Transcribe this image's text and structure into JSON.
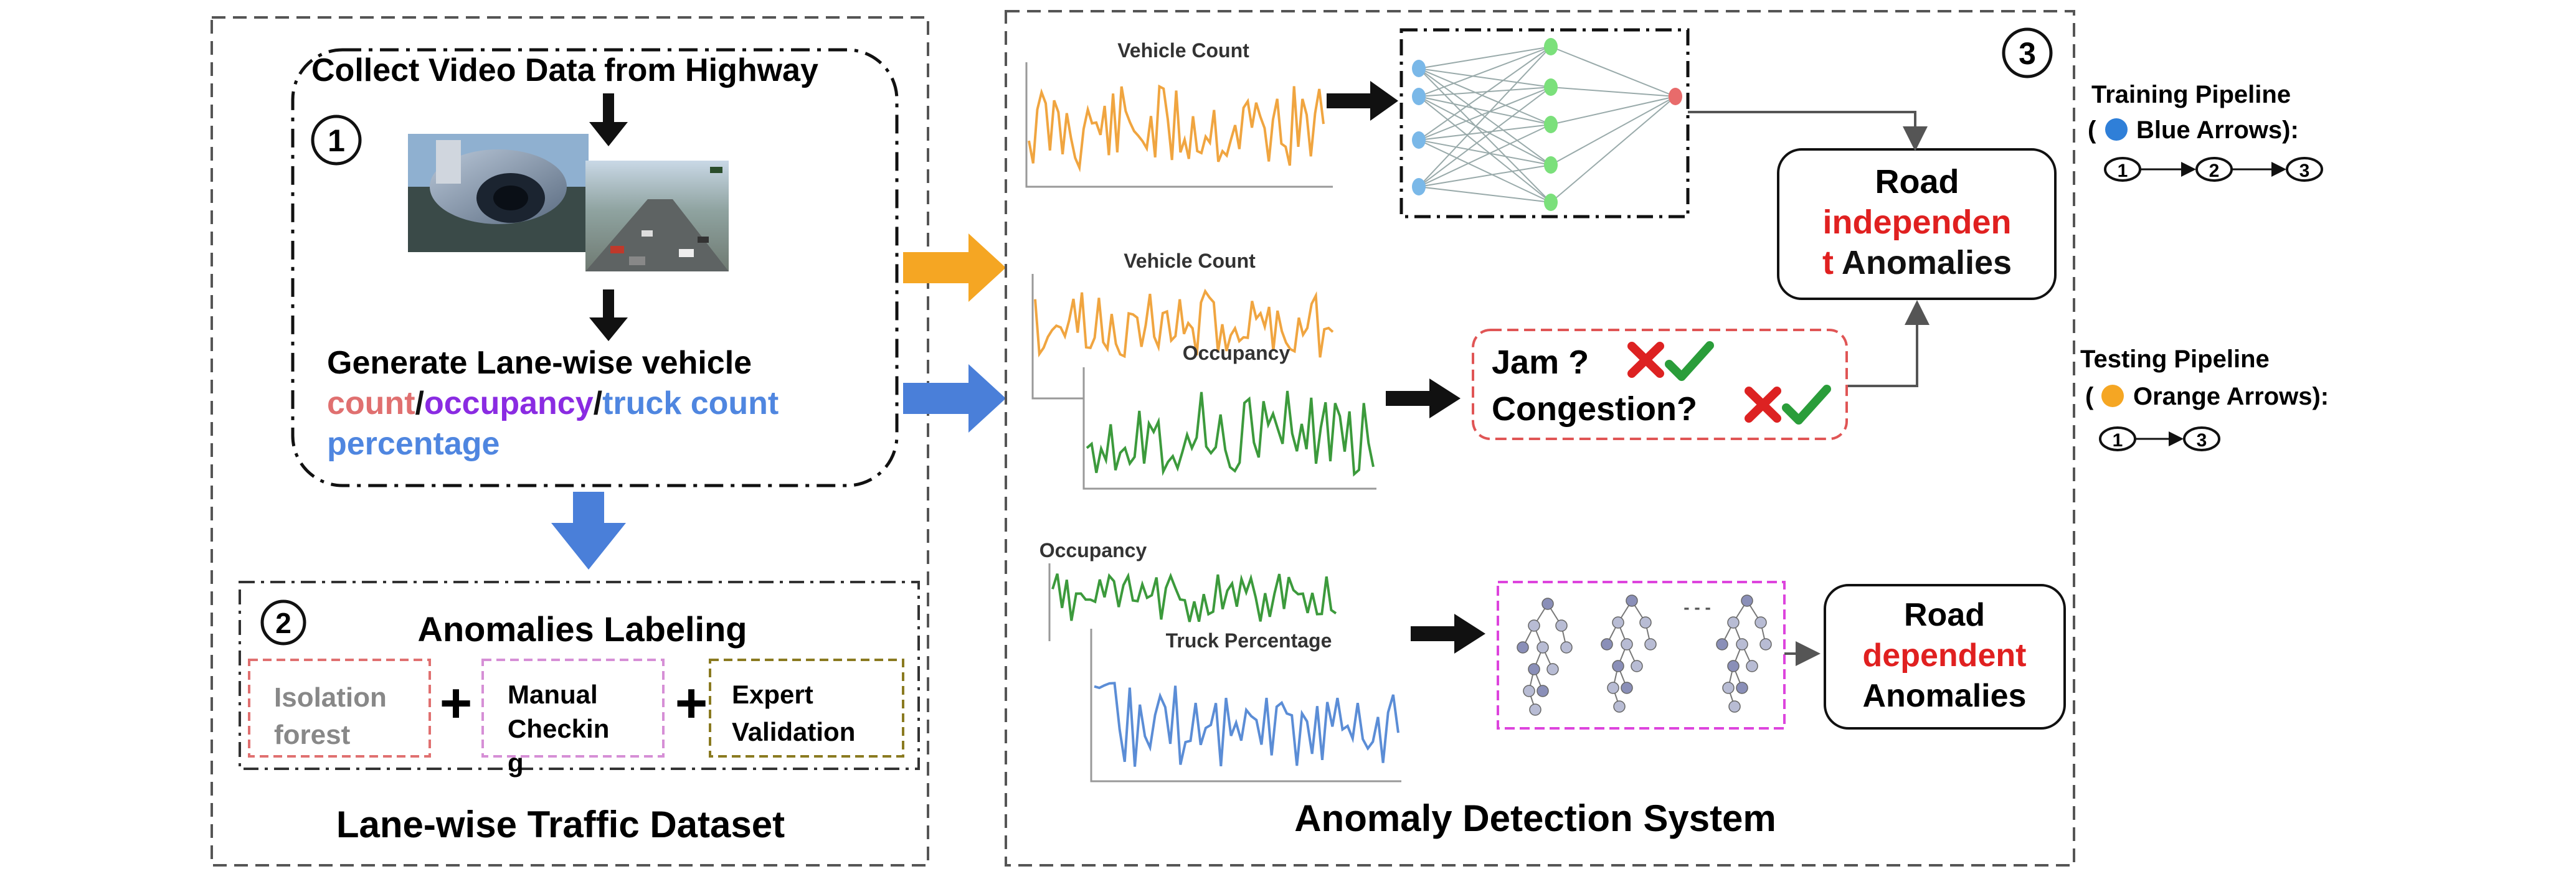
{
  "left_panel": {
    "step1_number": "1",
    "collect_title": "Collect Video Data from Highway",
    "generate_line1": "Generate Lane-wise vehicle",
    "metric_count": "count",
    "slash1": "/",
    "metric_occupancy": "occupancy",
    "slash2": "/",
    "metric_truck_count": "truck count",
    "metric_percentage": "percentage",
    "step2_number": "2",
    "labeling_title": "Anomalies Labeling",
    "method_isolation": [
      "Isolation",
      "forest"
    ],
    "method_manual": [
      "Manual",
      "Checkin",
      "g"
    ],
    "method_expert": [
      "Expert",
      "Validation"
    ],
    "plus": "+",
    "dataset_caption": "Lane-wise Traffic Dataset"
  },
  "right_panel": {
    "step3_number": "3",
    "plots": {
      "vehicle_count_top": "Vehicle Count",
      "vehicle_count_mid": "Vehicle Count",
      "occupancy_mid": "Occupancy",
      "occupancy_bottom": "Occupancy",
      "truck_percentage": "Truck Percentage"
    },
    "questions": {
      "jam": "Jam ?",
      "congestion": "Congestion?"
    },
    "road_independent": {
      "line1": "Road",
      "line2": "independen",
      "line3_red": "t",
      "line3_rest": " Anomalies"
    },
    "road_dependent": {
      "line1": "Road",
      "line2": "dependent",
      "line3": "Anomalies"
    },
    "tree_ellipsis": "- - -",
    "system_caption": "Anomaly Detection System"
  },
  "legend": {
    "training_title": "Training Pipeline",
    "training_sub": "Blue Arrows):",
    "training_steps": [
      "1",
      "2",
      "3"
    ],
    "testing_title": "Testing Pipeline",
    "testing_sub": "Orange Arrows):",
    "testing_steps": [
      "1",
      "3"
    ],
    "open_paren": "("
  },
  "colors": {
    "orange_series": "#f0a540",
    "green_series": "#3c9a3c",
    "blue_series": "#5b8dd6",
    "red_text": "#e02020",
    "purple_text": "#8a2be2",
    "pink_text": "#e07070",
    "blue_text": "#4f86e0",
    "blue_arrow": "#4a7fd9",
    "orange_arrow": "#f5a623",
    "magenta_box": "#dd44dd"
  }
}
